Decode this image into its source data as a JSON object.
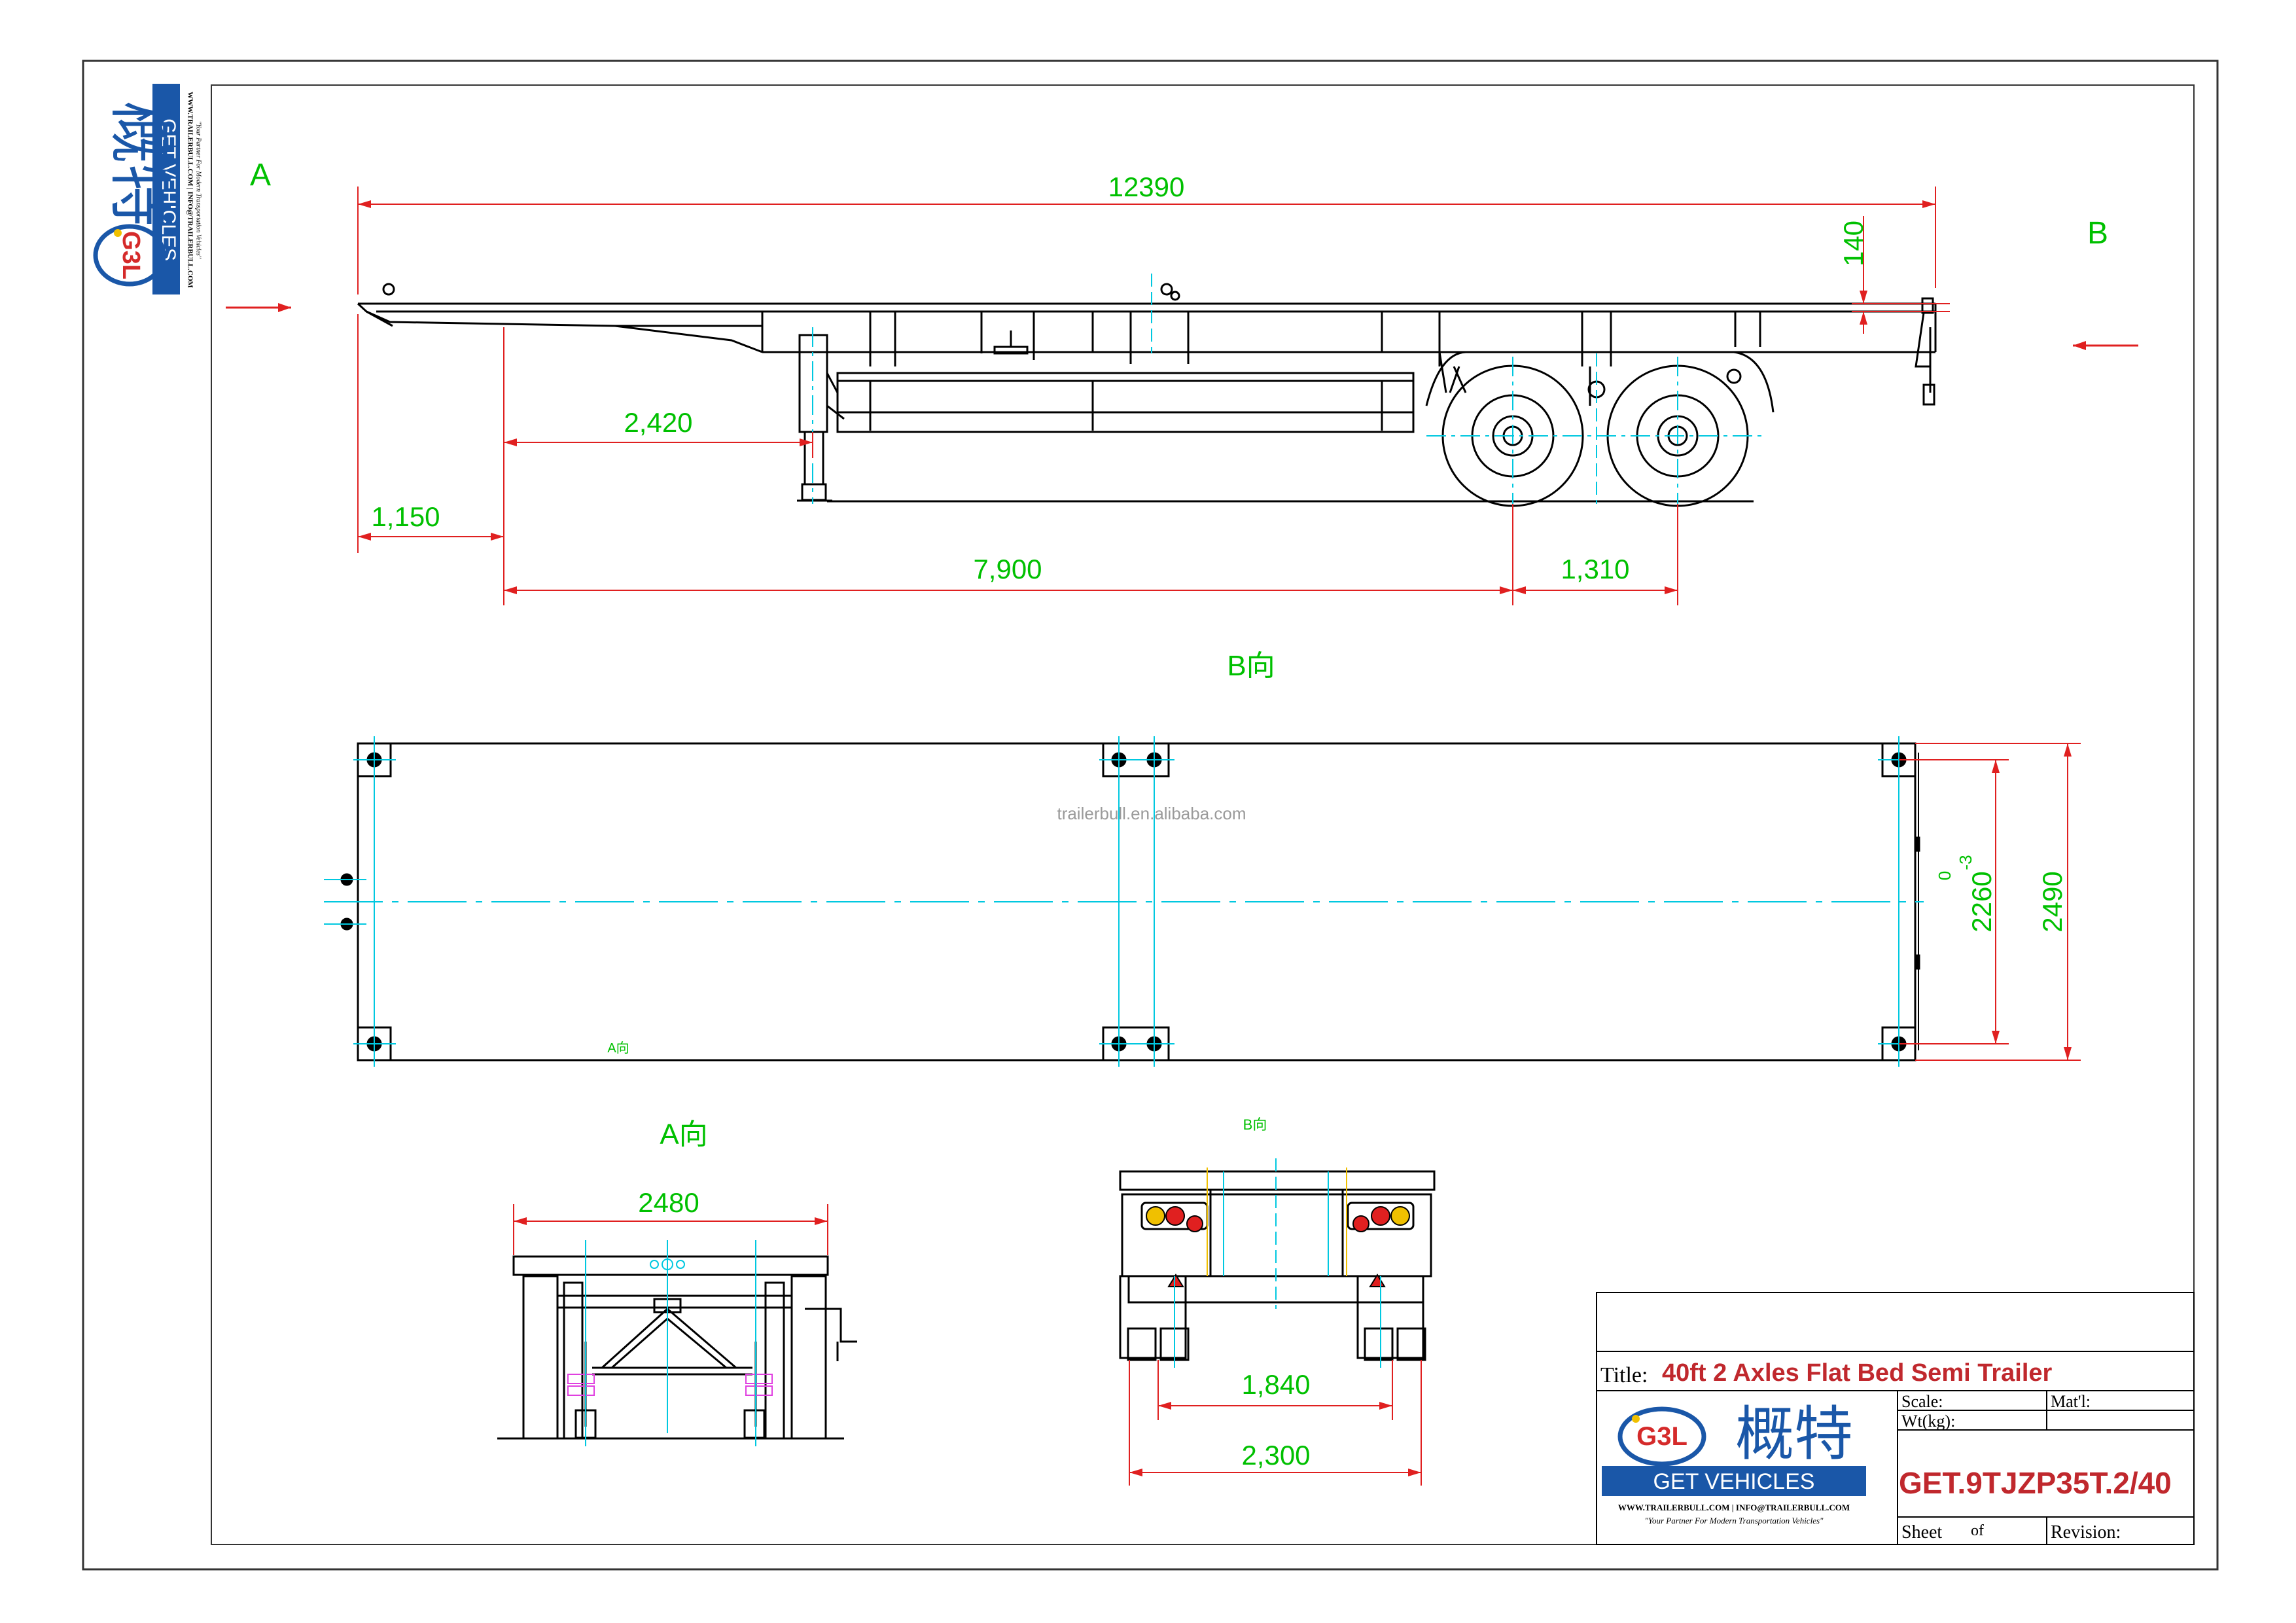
{
  "logo": {
    "chinese_name": "概特",
    "brand": "GET VEHICLES",
    "badge": "G3L",
    "contact": "WWW.TRAILERBULL.COM  |  INFO@TRAILERBULL.COM",
    "slogan": "\"Your Partner For Modern Transportation Vehicles\""
  },
  "watermark": "trailerbull.en.alibaba.com",
  "side_view": {
    "marker_left": "A",
    "marker_right": "B",
    "dimensions": {
      "overall_length": "12390",
      "front_height": "140",
      "landing_gear_offset": "2,420",
      "kingpin_offset": "1,150",
      "kingpin_to_axle": "7,900",
      "axle_spacing": "1,310"
    }
  },
  "plan_view": {
    "title": "B向",
    "inner_label": "A向",
    "dimensions": {
      "inner_width": "2260",
      "tolerance_upper": "0",
      "tolerance_lower": "-3",
      "overall_width": "2490"
    }
  },
  "front_view": {
    "title": "A向",
    "dimensions": {
      "width": "2480"
    }
  },
  "rear_view": {
    "title": "B向",
    "dimensions": {
      "track_inner": "1,840",
      "track_outer": "2,300"
    }
  },
  "title_block": {
    "title_label": "Title:",
    "title_value": "40ft 2 Axles Flat Bed Semi Trailer",
    "scale_label": "Scale:",
    "material_label": "Mat'l:",
    "weight_label": "Wt(kg):",
    "drawing_number": "GET.9TJZP35T.2/40",
    "sheet_label": "Sheet",
    "of_label": "of",
    "revision_label": "Revision:"
  },
  "colors": {
    "dimension_green": "#00c000",
    "centerline_cyan": "#00c8e0",
    "accent_red": "#c0282d",
    "logo_blue": "#1a57a8",
    "lamp_yellow": "#f0c000",
    "lamp_red": "#e02020",
    "jack_magenta": "#e040e0"
  }
}
